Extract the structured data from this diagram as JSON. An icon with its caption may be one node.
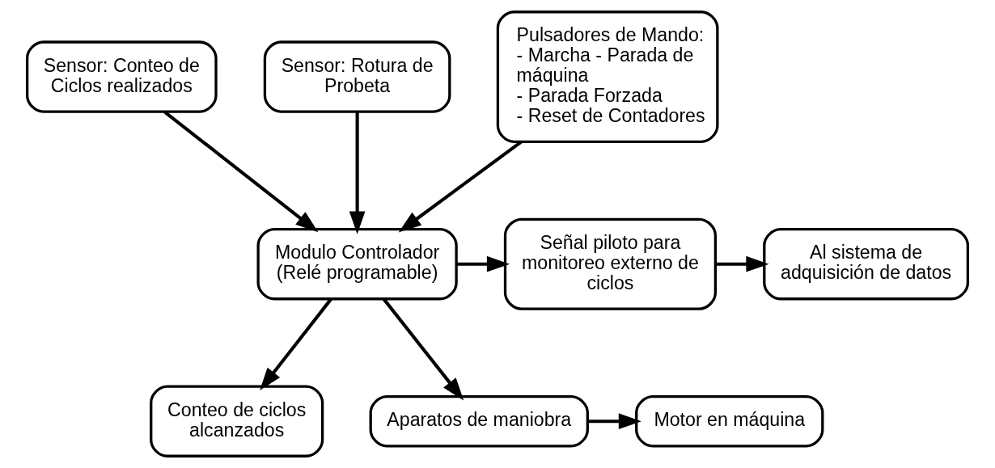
{
  "diagram": {
    "nodes": [
      {
        "text": [
          "Sensor: Conteo de Ciclos realizados"
        ]
      },
      {
        "text": [
          "Sensor: Rotura de Probeta"
        ]
      },
      {
        "text": [
          "Pulsadores de Mando:",
          "- Marcha - Parada de máquina",
          "- Parada Forzada",
          "- Reset de Contadores"
        ]
      },
      {
        "text": [
          "Modulo Controlador (Relé programable)"
        ]
      },
      {
        "text": [
          "Señal piloto para monitoreo externo de ciclos"
        ]
      },
      {
        "text": [
          "Al sistema de adquisición de datos"
        ]
      },
      {
        "text": [
          "Conteo de ciclos alcanzados"
        ]
      },
      {
        "text": [
          "Aparatos de maniobra"
        ]
      },
      {
        "text": [
          "Motor en máquina"
        ]
      }
    ],
    "edges": [
      {
        "from": 0,
        "to": 3,
        "arrow": "to"
      },
      {
        "from": 1,
        "to": 3,
        "arrow": "to"
      },
      {
        "from": 2,
        "to": 3,
        "arrow": "to"
      },
      {
        "from": 3,
        "to": 4,
        "arrow": "to"
      },
      {
        "from": 4,
        "to": 5,
        "arrow": "to"
      },
      {
        "from": 3,
        "to": 6,
        "arrow": "to"
      },
      {
        "from": 3,
        "to": 7,
        "arrow": "to"
      },
      {
        "from": 7,
        "to": 8,
        "arrow": "to"
      }
    ]
  }
}
